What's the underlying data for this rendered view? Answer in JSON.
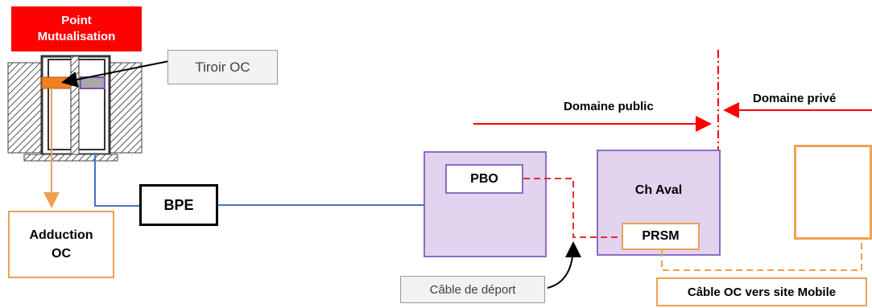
{
  "point_mutualisation": {
    "label": "Point\nMutualisation"
  },
  "tiroir_oc": {
    "label": "Tiroir OC"
  },
  "adduction": {
    "label": "Adduction\nOC"
  },
  "bpe": {
    "label": "BPE"
  },
  "pbo": {
    "label": "PBO"
  },
  "ch_aval": {
    "label": "Ch Aval"
  },
  "prsm": {
    "label": "PRSM"
  },
  "domaine_public": {
    "label": "Domaine public"
  },
  "domaine_prive": {
    "label": "Domaine privé"
  },
  "cable_deport": {
    "label": "Câble de déport"
  },
  "cable_oc": {
    "label": "Câble OC vers site Mobile"
  },
  "colors": {
    "red": "#ff0000",
    "orange": "#f0a050",
    "purple_border": "#8e6bc4",
    "purple_fill": "#e2d3ee",
    "blue_line": "#4472c4",
    "dashed_red": "#e03030",
    "dashed_orange": "#f0a050"
  },
  "icons": [
    "rack-cabinet-icon",
    "cell-tower-icon"
  ]
}
